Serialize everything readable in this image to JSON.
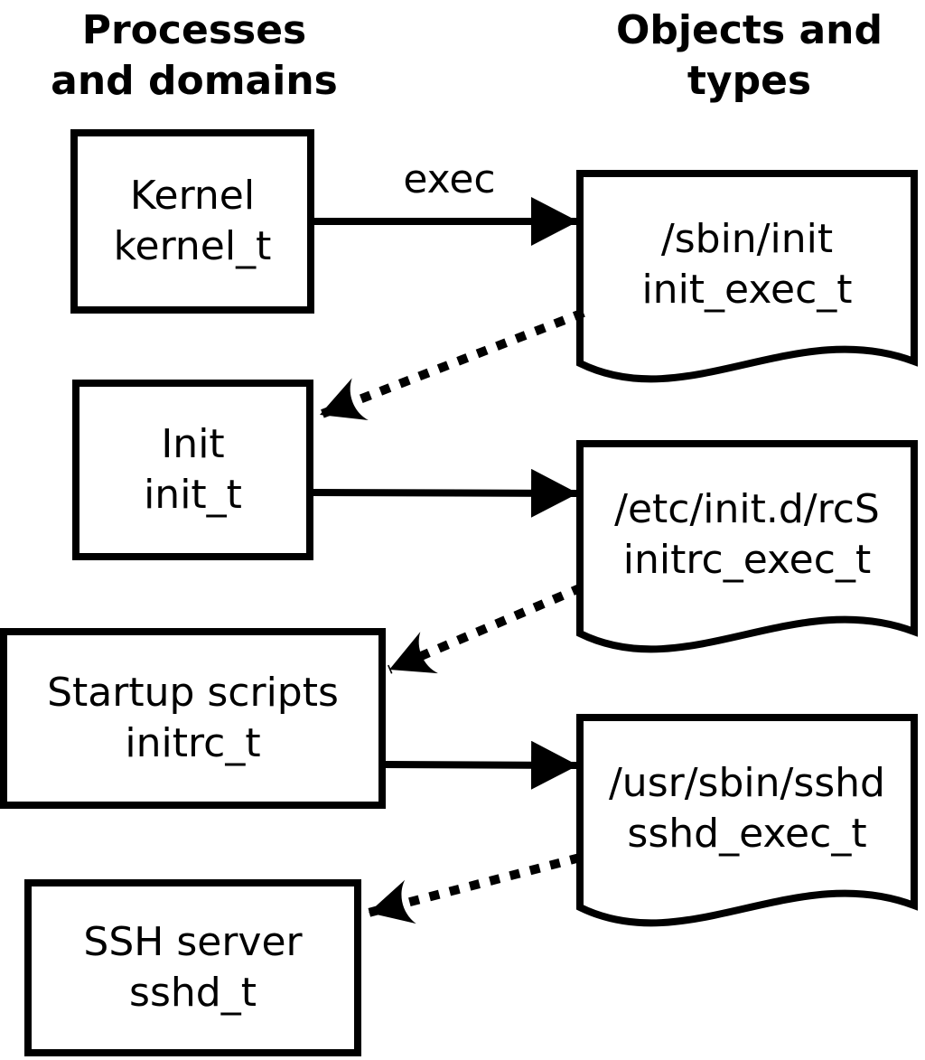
{
  "diagram": {
    "background_color": "#ffffff",
    "line_color": "#000000",
    "headers": {
      "left": {
        "line1": "Processes",
        "line2": "and domains"
      },
      "right": {
        "line1": "Objects and",
        "line2": "types"
      }
    },
    "process_boxes": [
      {
        "name": "Kernel",
        "type": "kernel_t"
      },
      {
        "name": "Init",
        "type": "init_t"
      },
      {
        "name": "Startup scripts",
        "type": "initrc_t"
      },
      {
        "name": "SSH server",
        "type": "sshd_t"
      }
    ],
    "object_docs": [
      {
        "path": "/sbin/init",
        "type": "init_exec_t"
      },
      {
        "path": "/etc/init.d/rcS",
        "type": "initrc_exec_t"
      },
      {
        "path": "/usr/sbin/sshd",
        "type": "sshd_exec_t"
      }
    ],
    "edge_labels": {
      "exec": "exec"
    }
  }
}
